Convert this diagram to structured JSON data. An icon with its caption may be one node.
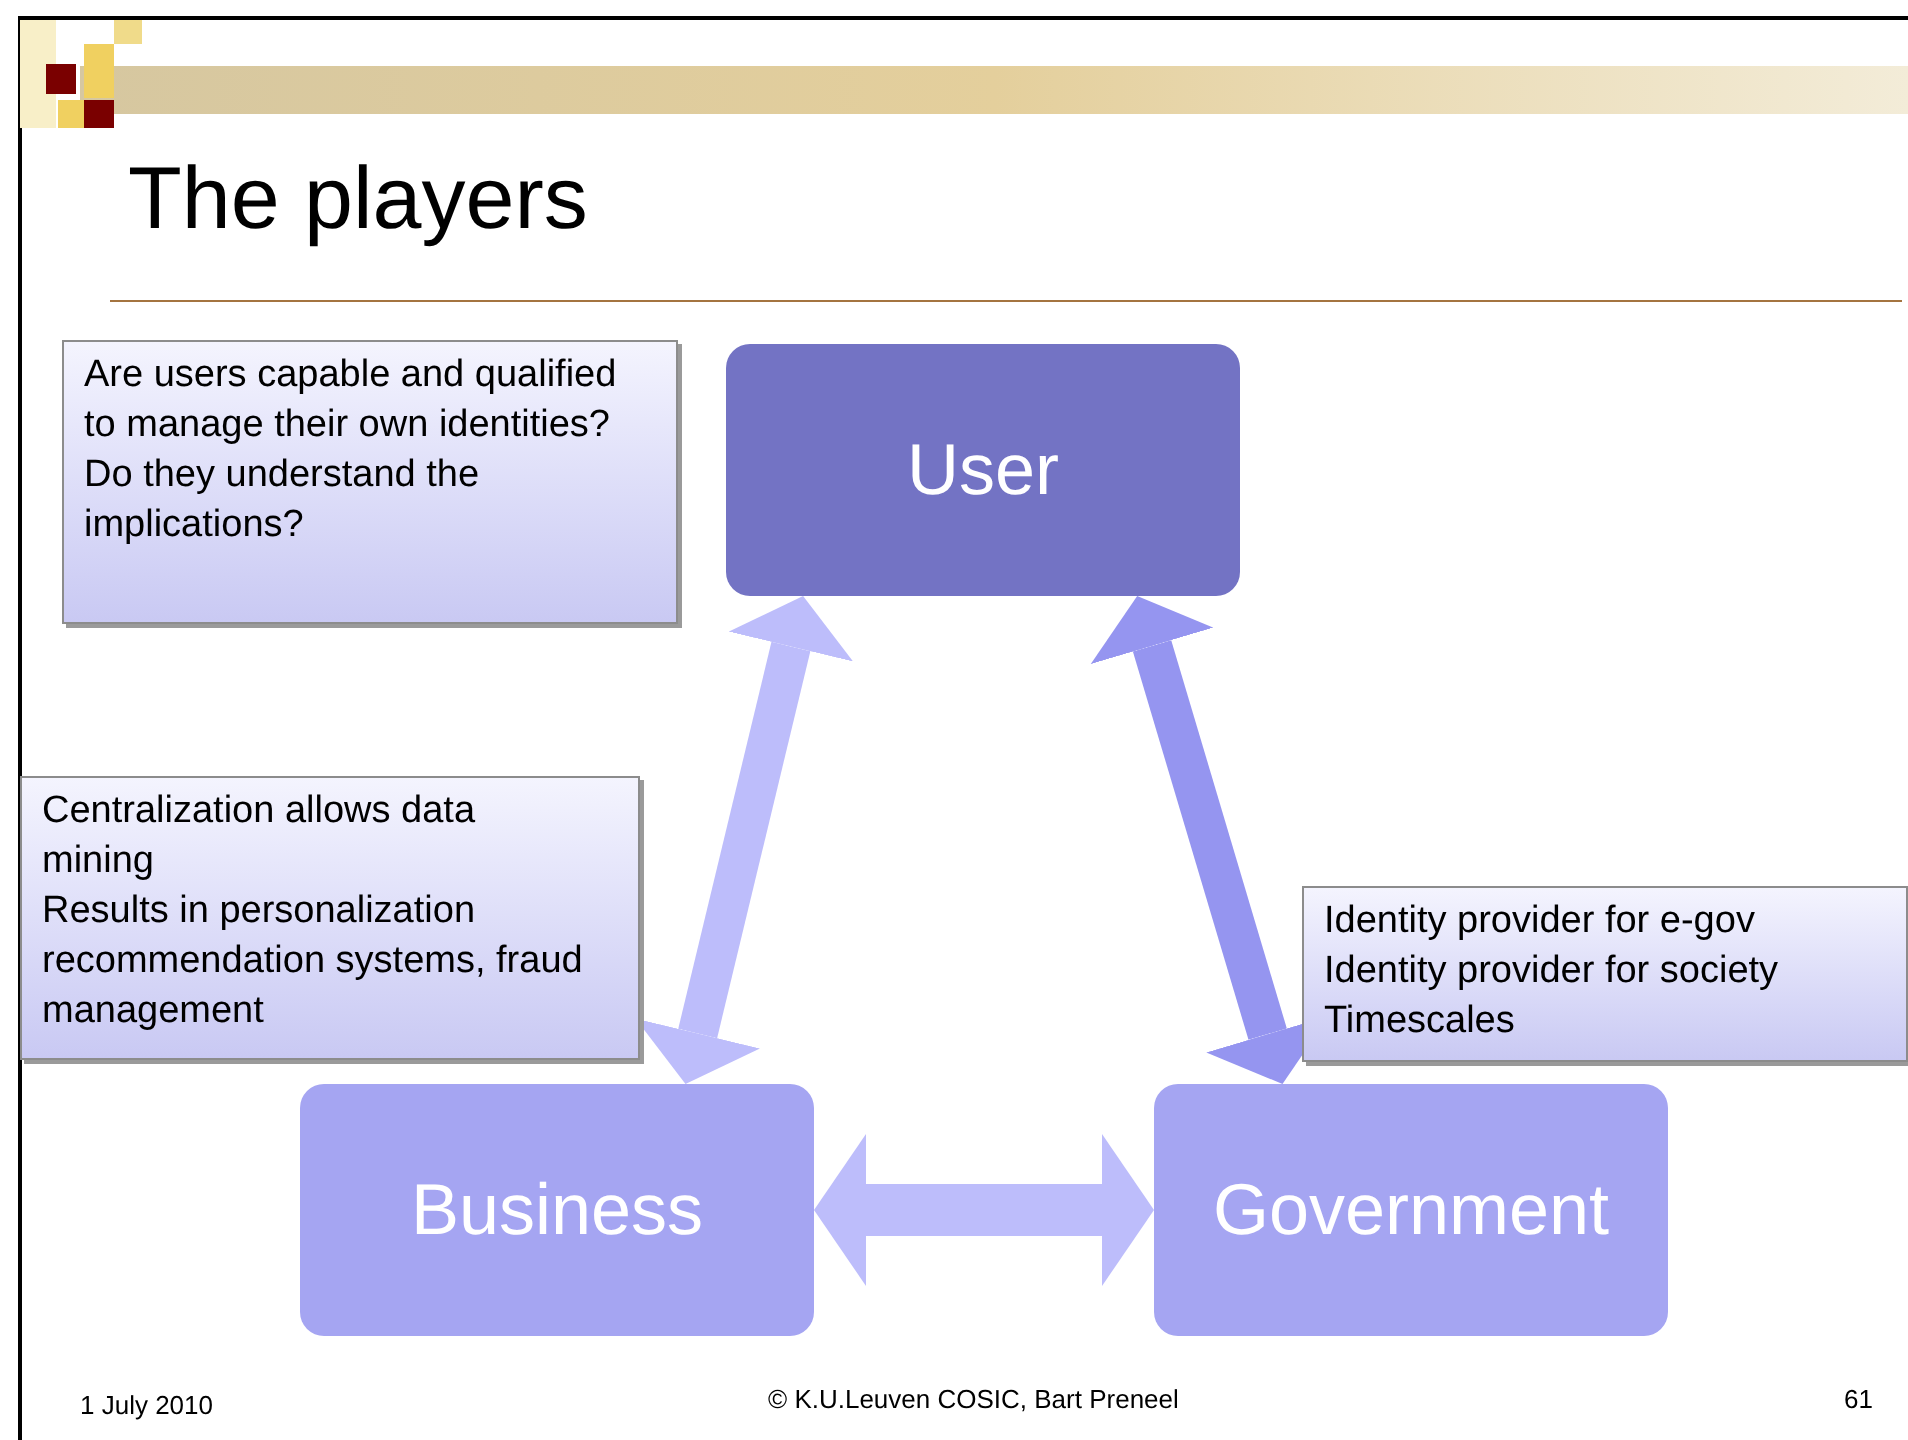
{
  "diagram": {
    "title": "The players",
    "nodes": [
      {
        "text": [
          "Are users capable and qualified to manage their own identities?",
          "Do they understand the implications?"
        ]
      },
      {
        "text": [
          "User"
        ]
      },
      {
        "text": [
          "Centralization allows data mining",
          "Results in personalization recommendation systems, fraud management"
        ]
      },
      {
        "text": [
          "Identity provider for e-gov",
          "Identity provider for society",
          "Timescales"
        ]
      },
      {
        "text": [
          "Business"
        ]
      },
      {
        "text": [
          "Government"
        ]
      }
    ],
    "edges": [
      {
        "from": 1,
        "to": 4,
        "arrow": "both"
      },
      {
        "from": 1,
        "to": 5,
        "arrow": "both",
        "color": "#9595f0"
      },
      {
        "from": 4,
        "to": 5,
        "arrow": "both"
      }
    ],
    "labels": [
      "1 July 2010",
      "© K.U.Leuven COSIC, Bart Preneel",
      "61"
    ]
  }
}
